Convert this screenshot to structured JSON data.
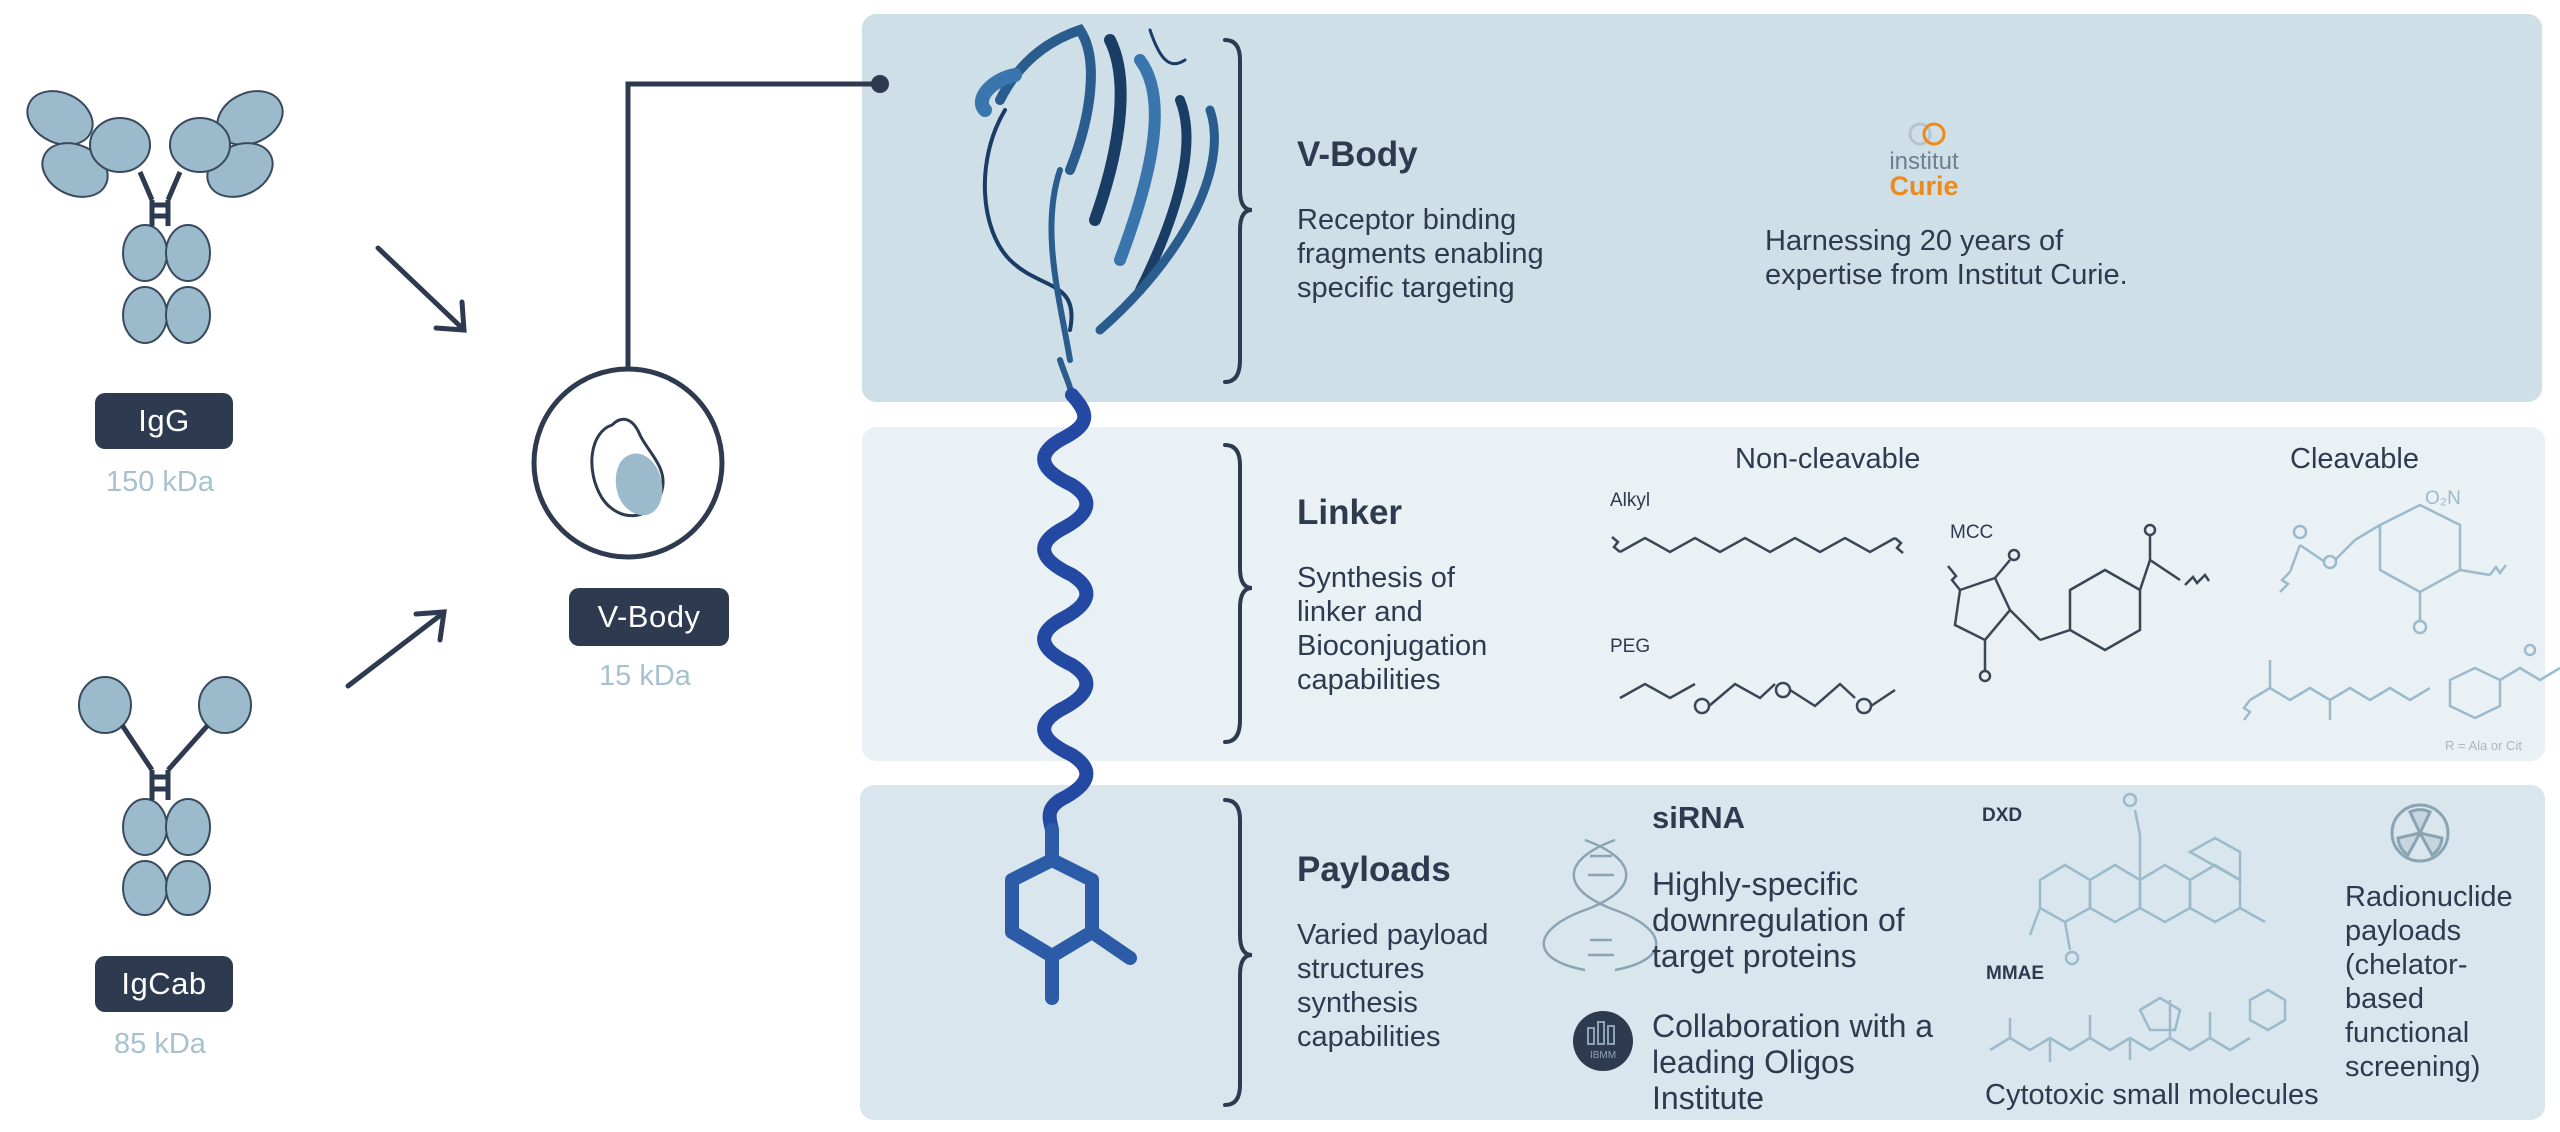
{
  "antibodies": {
    "igg": {
      "label": "IgG",
      "mass": "150 kDa"
    },
    "igcab": {
      "label": "IgCab",
      "mass": "85 kDa"
    },
    "vbody": {
      "label": "V-Body",
      "mass": "15 kDa"
    }
  },
  "vbody_panel": {
    "heading": "V-Body",
    "desc": [
      "Receptor binding",
      "fragments enabling",
      "specific targeting"
    ],
    "logo_top": "institut",
    "logo_bottom": "Curie",
    "expertise": [
      "Harnessing 20 years of",
      "expertise from Institut Curie."
    ]
  },
  "linker_panel": {
    "heading": "Linker",
    "desc": [
      "Synthesis of",
      "linker and",
      "Bioconjugation",
      "capabilities"
    ],
    "noncleavable": "Non-cleavable",
    "cleavable": "Cleavable",
    "labels": {
      "alkyl": "Alkyl",
      "mcc": "MCC",
      "peg": "PEG",
      "no2": "O₂N",
      "footnote": "R = Ala or Cit"
    }
  },
  "payloads_panel": {
    "heading": "Payloads",
    "desc": [
      "Varied payload",
      "structures",
      "synthesis",
      "capabilities"
    ],
    "sirna_title": "siRNA",
    "sirna_desc": [
      "Highly-specific",
      "downregulation of",
      "target proteins"
    ],
    "ibmm": "IBMM",
    "collab": [
      "Collaboration with a",
      "leading Oligos",
      "Institute"
    ],
    "dxd": "DXD",
    "mmae": "MMAE",
    "cytotoxic": "Cytotoxic small molecules",
    "radio": [
      "Radionuclide",
      "payloads",
      "(chelator-",
      "based",
      "functional",
      "screening)"
    ]
  },
  "colors": {
    "dark": "#2e3a4f",
    "light_blue": "#9bbbcd",
    "accent_orange": "#ee8a1a",
    "panel_blue": "#cfdfe7"
  }
}
